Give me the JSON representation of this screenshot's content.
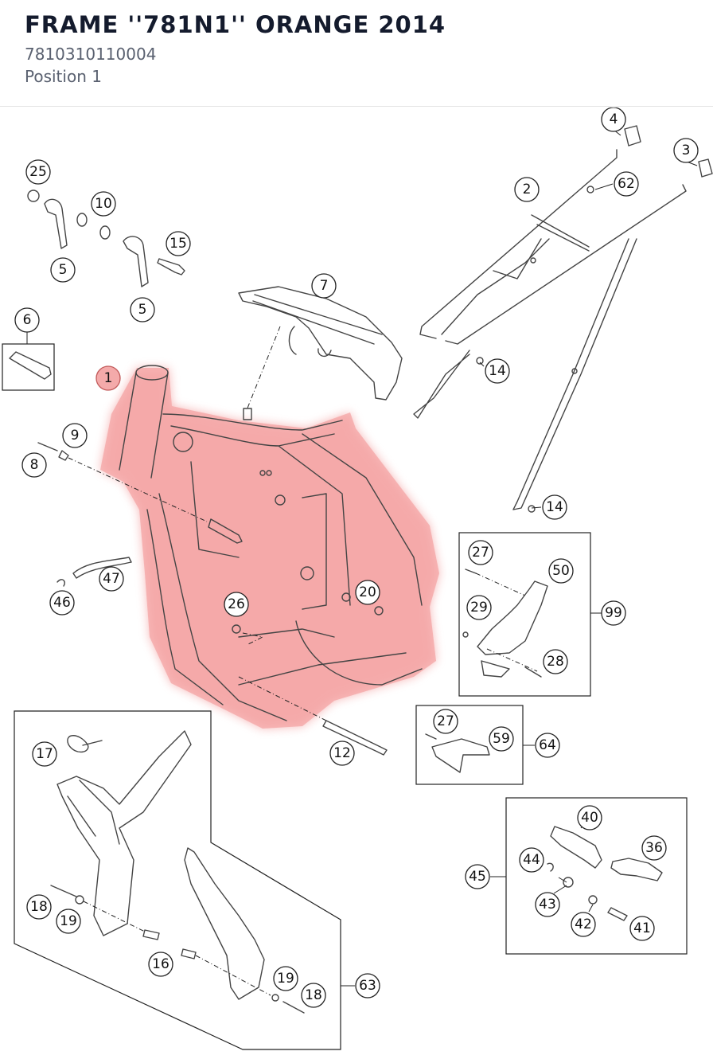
{
  "header": {
    "title": "FRAME ''781N1'' ORANGE 2014",
    "part_number": "7810310110004",
    "position": "Position 1"
  },
  "highlight_color": "#f08080",
  "callouts": [
    "1",
    "2",
    "3",
    "4",
    "5",
    "5",
    "6",
    "7",
    "8",
    "9",
    "10",
    "12",
    "14",
    "14",
    "15",
    "16",
    "17",
    "18",
    "18",
    "19",
    "19",
    "20",
    "25",
    "26",
    "27",
    "27",
    "28",
    "29",
    "36",
    "40",
    "41",
    "42",
    "43",
    "44",
    "45",
    "46",
    "47",
    "50",
    "59",
    "62",
    "63",
    "64",
    "99"
  ],
  "selected_part": "1"
}
